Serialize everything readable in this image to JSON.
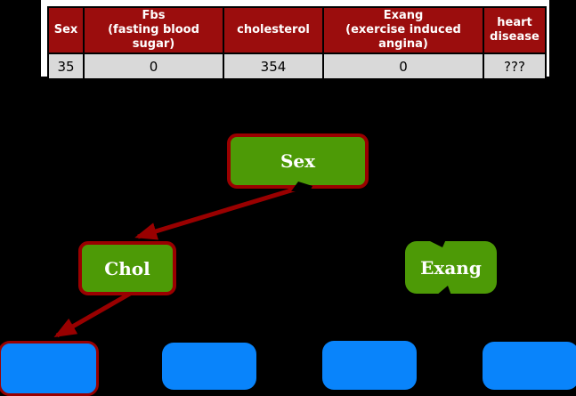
{
  "table": {
    "columns": [
      {
        "line1": "Sex",
        "line2": ""
      },
      {
        "line1": "Fbs",
        "line2": "(fasting blood sugar)"
      },
      {
        "line1": "cholesterol",
        "line2": ""
      },
      {
        "line1": "Exang",
        "line2": "(exercise induced angina)"
      },
      {
        "line1": "heart",
        "line2": "disease"
      }
    ],
    "row": [
      "35",
      "0",
      "354",
      "0",
      "???"
    ]
  },
  "tree": {
    "nodes": [
      {
        "id": "sex",
        "label": "Sex"
      },
      {
        "id": "chol",
        "label": "Chol"
      },
      {
        "id": "exang",
        "label": "Exang"
      }
    ],
    "leaf_count": 4,
    "edges": [
      {
        "from": "Sex",
        "to": "Chol"
      },
      {
        "from": "Chol",
        "to": "leaf-1"
      }
    ]
  },
  "colors": {
    "canvas_bg": "#000000",
    "table_box_bg": "#FFFFFF",
    "table_border": "#000000",
    "header_bg": "#9B0D0D",
    "header_text": "#FFFFFF",
    "row_bg": "#D9D9D9",
    "row_text": "#000000",
    "node_green": "#4D9A06",
    "node_border_red": "#9A0000",
    "leaf_blue": "#0984FB",
    "arrow_red": "#990000"
  }
}
